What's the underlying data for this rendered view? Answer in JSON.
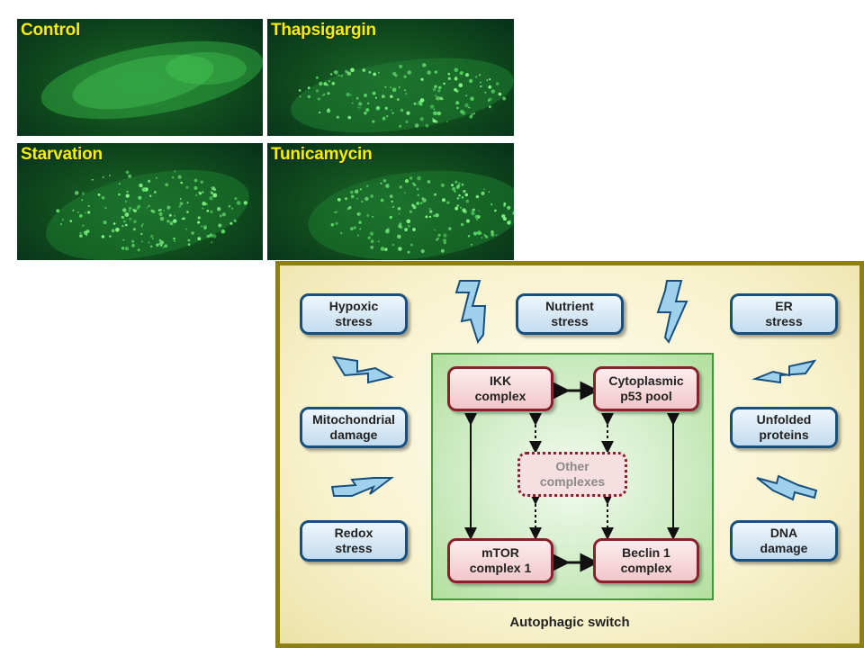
{
  "micrographs": [
    {
      "label": "Control"
    },
    {
      "label": "Thapsigargin"
    },
    {
      "label": "Starvation"
    },
    {
      "label": "Tunicamycin"
    }
  ],
  "stresses": {
    "hypoxic": "Hypoxic\nstress",
    "nutrient": "Nutrient\nstress",
    "er": "ER\nstress",
    "mitochondrial": "Mitochondrial\ndamage",
    "unfolded": "Unfolded\nproteins",
    "redox": "Redox\nstress",
    "dna": "DNA\ndamage"
  },
  "complexes": {
    "ikk": "IKK\ncomplex",
    "p53": "Cytoplasmic\np53 pool",
    "other": "Other\ncomplexes",
    "mtor": "mTOR\ncomplex 1",
    "beclin": "Beclin 1\ncomplex"
  },
  "switch_title": "Autophagic switch",
  "colors": {
    "stress_border": "#17507e",
    "complex_border": "#8b1f2c",
    "frame": "#8d7f14",
    "inner_border": "#3c9c3a",
    "lightning_fill": "#9fd0ec",
    "label_yellow": "#f4f000"
  }
}
